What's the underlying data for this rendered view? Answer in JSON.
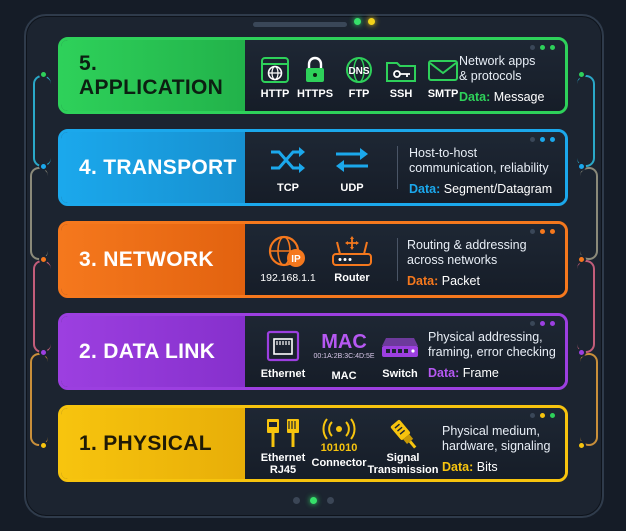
{
  "layers": [
    {
      "label": "5. APPLICATION",
      "color": "#2ed15a",
      "tools": [
        "HTTP",
        "HTTPS",
        "FTP",
        "SSH",
        "SMTP"
      ],
      "icons": [
        "globe-browser-icon",
        "lock-icon",
        "dns-globe-icon",
        "folder-key-icon",
        "envelope-icon"
      ],
      "dns_text": "DNS",
      "desc": [
        "Network apps",
        "& protocols"
      ],
      "data_key": "Data:",
      "data_val": " Message"
    },
    {
      "label": "4. TRANSPORT",
      "color": "#1ba8ec",
      "tools": [
        "TCP",
        "UDP"
      ],
      "icons": [
        "shuffle-arrows-icon",
        "swap-arrows-icon"
      ],
      "desc": [
        "Host-to-host",
        "communication, reliability"
      ],
      "data_key": "Data:",
      "data_val": " Segment/Datagram"
    },
    {
      "label": "3. NETWORK",
      "color": "#f5781d",
      "tools": [
        "192.168.1.1",
        "Router"
      ],
      "icons": [
        "ip-globe-icon",
        "router-icon"
      ],
      "ip_text": "IP",
      "desc": [
        "Routing & addressing",
        "across networks"
      ],
      "data_key": "Data:",
      "data_val": " Packet"
    },
    {
      "label": "2. DATA LINK",
      "color": "#9c3fe0",
      "tools": [
        "Ethernet",
        "MAC",
        "Switch"
      ],
      "icons": [
        "ethernet-port-icon",
        "mac-text-icon",
        "switch-icon"
      ],
      "mac_big": "MAC",
      "mac_addr": "00:1A:2B:3C:4D:5E",
      "desc": [
        "Physical addressing,",
        "framing, error checking"
      ],
      "data_key": "Data:",
      "data_val": " Frame"
    },
    {
      "label": "1. PHYSICAL",
      "color": "#f7c40e",
      "tools": [
        "Ethernet\nRJ45",
        "Connector",
        "Signal\nTransmission"
      ],
      "icons": [
        "rj45-cable-icon",
        "signal-wave-icon",
        "fiber-plug-icon"
      ],
      "binary": "101010",
      "desc": [
        "Physical medium,",
        "hardware, signaling"
      ],
      "data_key": "Data:",
      "data_val": " Bits"
    }
  ],
  "colors": {
    "frame_bg": "#1c2430",
    "panel_bg": "#1b2330",
    "green": "#2ed15a",
    "blue": "#1ba8ec",
    "orange": "#f5781d",
    "purple": "#9c3fe0",
    "yellow": "#f7c40e"
  }
}
